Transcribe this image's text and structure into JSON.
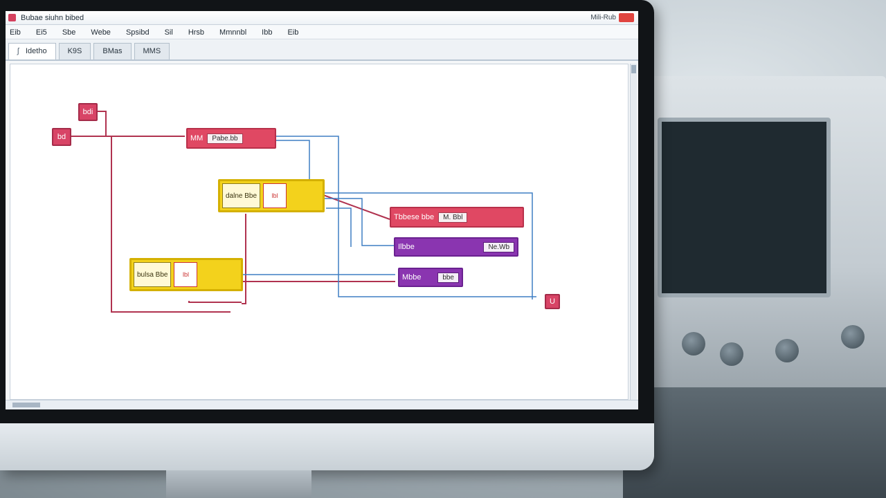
{
  "window": {
    "title": "Bubae siuhn bibed",
    "title_right": "Mili-Rub"
  },
  "menu": [
    "Eib",
    "Ei5",
    "Sbe",
    "Webe",
    "Spsibd",
    "Sil",
    "Hrsb",
    "Mmnnbl",
    "Ibb",
    "Eib"
  ],
  "tabs": [
    {
      "label": "Idetho",
      "icon": "wave-icon"
    },
    {
      "label": "K9S",
      "icon": ""
    },
    {
      "label": "BMas",
      "icon": ""
    },
    {
      "label": "MMS",
      "icon": ""
    }
  ],
  "blocks": {
    "in_top": "bdi",
    "in_left": "bd",
    "red_main": {
      "label": "MM",
      "field": "Pabe.bb"
    },
    "yellow_1": {
      "label": "dalne Bbe",
      "port": "lbl"
    },
    "yellow_2": {
      "label": "bulsa Bbe",
      "port": "lbl"
    },
    "red_2": {
      "label": "Tbbese bbe",
      "field": "M. Bbl"
    },
    "purple_1": {
      "label": "Ilbbe",
      "field": "Ne.Wb"
    },
    "purple_2": {
      "label": "Mbbe",
      "field": "bbe"
    },
    "out": "U"
  },
  "colors": {
    "red": "#e04863",
    "yellow": "#f3d21c",
    "purple": "#8a35b0",
    "wire_red": "#b0324f",
    "wire_blue": "#3f7fc4"
  }
}
